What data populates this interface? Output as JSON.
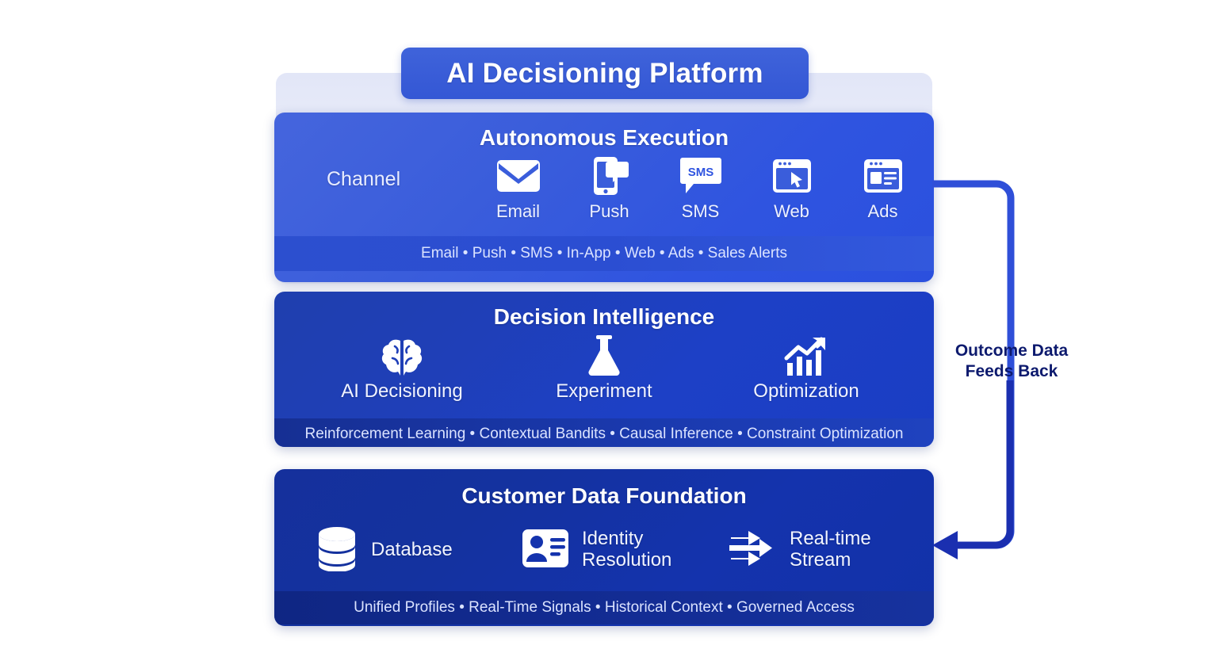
{
  "title": {
    "text": "AI Decisioning Platform"
  },
  "layers": [
    {
      "id": "autonomous-execution",
      "title": "Autonomous Execution",
      "row_label": "Channel",
      "items": [
        {
          "label": "Email",
          "icon": "email-icon"
        },
        {
          "label": "Push",
          "icon": "push-notification-icon"
        },
        {
          "label": "SMS",
          "icon": "sms-icon",
          "glyph_text": "SMS"
        },
        {
          "label": "Web",
          "icon": "web-browser-icon"
        },
        {
          "label": "Ads",
          "icon": "ads-icon"
        }
      ],
      "footer": "Email • Push • SMS • In-App • Web • Ads • Sales Alerts"
    },
    {
      "id": "decision-intelligence",
      "title": "Decision Intelligence",
      "items": [
        {
          "label": "AI Decisioning",
          "icon": "brain-icon"
        },
        {
          "label": "Experiment",
          "icon": "flask-icon"
        },
        {
          "label": "Optimization",
          "icon": "growth-chart-icon"
        }
      ],
      "footer": "Reinforcement Learning • Contextual Bandits • Causal Inference • Constraint Optimization"
    },
    {
      "id": "customer-data-foundation",
      "title": "Customer Data Foundation",
      "items": [
        {
          "label": "Database",
          "label_line1": "Database",
          "label_line2": "",
          "icon": "database-icon"
        },
        {
          "label": "Identity Resolution",
          "label_line1": "Identity",
          "label_line2": "Resolution",
          "icon": "id-card-icon"
        },
        {
          "label": "Real-time Stream",
          "label_line1": "Real-time",
          "label_line2": "Stream",
          "icon": "stream-arrows-icon"
        }
      ],
      "footer": "Unified Profiles • Real-Time Signals • Historical Context • Governed Access"
    }
  ],
  "feedback": {
    "label_line1": "Outcome Data",
    "label_line2": "Feeds Back"
  },
  "colors": {
    "title_badge": "#3457d5",
    "layer_execution": "#2f54e0",
    "layer_intelligence": "#1d40c6",
    "layer_foundation": "#1433ad",
    "feedback_arrow": "#2f4fd8",
    "feedback_arrow_dark": "#1a2fb0",
    "feedback_label": "#0d1a6e",
    "backdrop": "#e9edf9",
    "page_background": "#ffffff"
  }
}
